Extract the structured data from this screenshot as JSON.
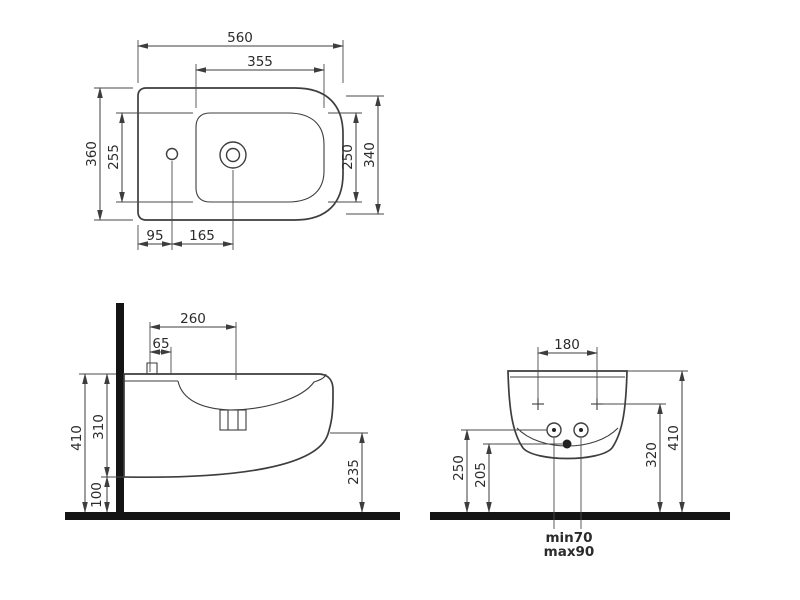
{
  "views": {
    "top": {
      "dims": {
        "overall_width": "560",
        "bowl_width": "355",
        "overall_depth": "360",
        "bowl_depth_left": "255",
        "bowl_depth_right": "250",
        "body_depth": "340",
        "faucet_offset": "95",
        "faucet_to_drain": "165"
      }
    },
    "side": {
      "dims": {
        "rim_depth": "260",
        "faucet_offset": "65",
        "overall_height": "410",
        "body_height": "310",
        "wall_clearance": "100",
        "front_height": "235"
      }
    },
    "front": {
      "dims": {
        "fixing_hole_spacing": "180",
        "supply_height": "250",
        "drain_height": "205",
        "fixing_height": "320",
        "overall_height": "410",
        "drain_spacing_min": "min70",
        "drain_spacing_max": "max90"
      }
    }
  }
}
